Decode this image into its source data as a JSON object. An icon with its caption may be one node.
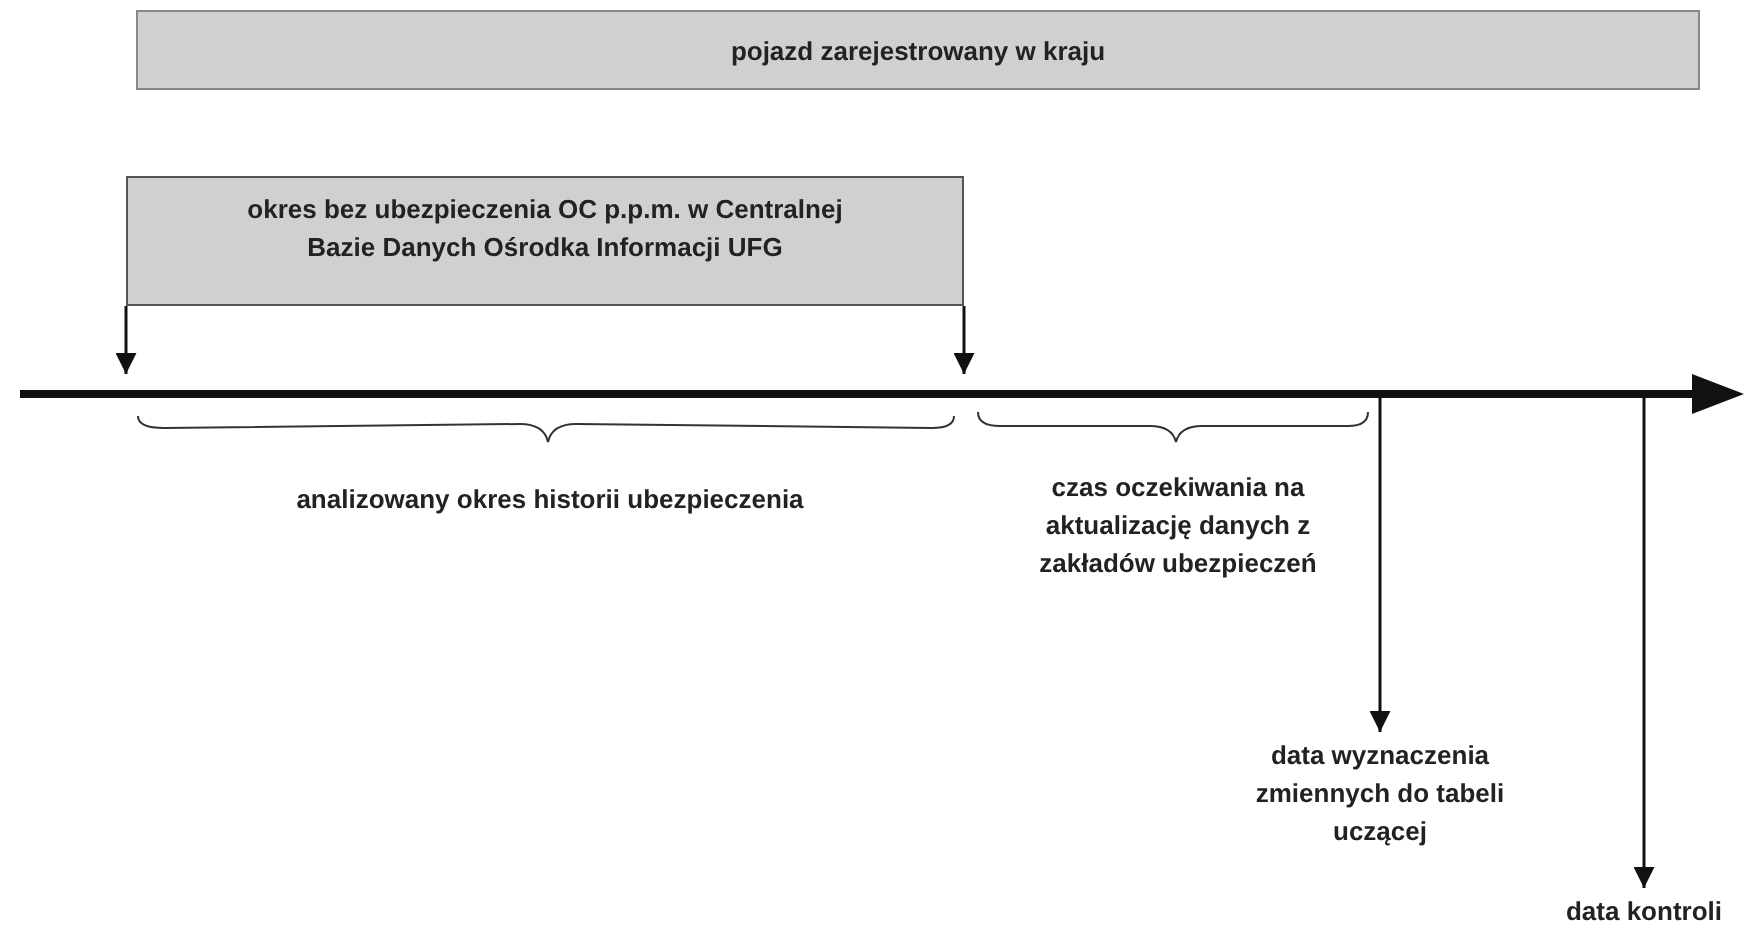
{
  "diagram": {
    "nodes": [
      {
        "text": [
          "pojazd zarejestrowany w kraju"
        ]
      },
      {
        "text": [
          "okres bez ubezpieczenia OC p.p.m. w Centralnej Bazie Danych Ośrodka Informacji UFG"
        ]
      },
      {
        "text": [
          "data wyznaczenia zmiennych do tabeli uczącej"
        ]
      },
      {
        "text": [
          "data kontroli"
        ]
      }
    ],
    "edges": [
      {
        "from": 1,
        "to": null,
        "arrow": "to"
      },
      {
        "from": 1,
        "to": null,
        "arrow": "to"
      },
      {
        "from": null,
        "to": 2,
        "arrow": "to"
      },
      {
        "from": null,
        "to": 3,
        "arrow": "to"
      }
    ],
    "labels": [
      "analizowany okres historii ubezpieczenia",
      "czas oczekiwania na aktualizację danych z zakładów ubezpieczeń"
    ]
  }
}
